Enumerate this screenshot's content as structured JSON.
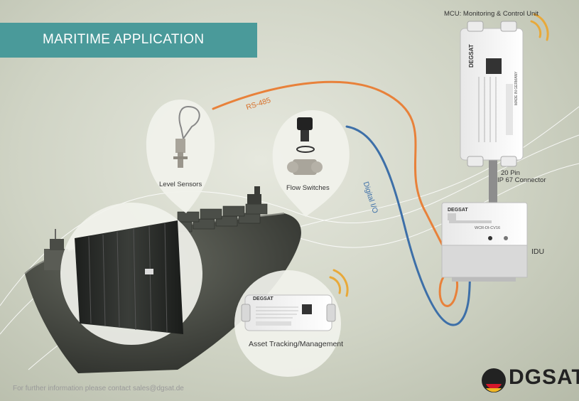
{
  "banner": {
    "title": "MARITIME APPLICATION"
  },
  "labels": {
    "mcu": "MCU: Monitoring & Control Unit",
    "connector_line1": "20 Pin",
    "connector_line2": "IP 67 Connector",
    "idu": "IDU",
    "rs485": "RS-485",
    "digital_io": "Digital I/O",
    "level_sensors": "Level Sensors",
    "flow_switches": "Flow Switches",
    "asset_tracking": "Asset Tracking/Management"
  },
  "device": {
    "brand": "DEGSAT",
    "idu_model": "WCR-DI-CV16",
    "made_in": "MADE IN GERMANY"
  },
  "footer": {
    "contact": "For further information please contact sales@dgsat.de"
  },
  "logo": {
    "text": "DGSAT"
  },
  "colors": {
    "banner": "#4a9a9a",
    "rs485_cable": "#e8813a",
    "digital_io_cable": "#3d6fa8",
    "wireless_signal": "#e8a93a",
    "rs485_label": "#d8702a",
    "digital_io_label": "#3d6fa8"
  }
}
